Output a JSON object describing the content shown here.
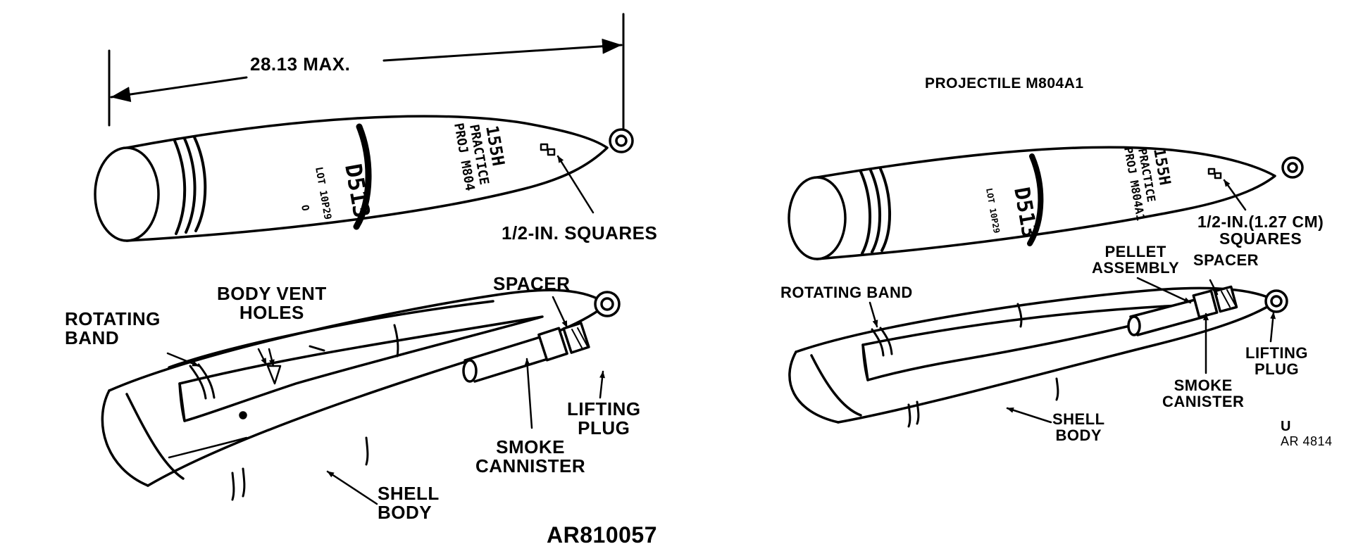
{
  "left_figure": {
    "dimension": "28.13 MAX.",
    "shell_markings": {
      "lot_code": "D513",
      "lot_number": "LOT 10P29",
      "small_mark": "O",
      "caliber": "155H",
      "type_line1": "PRACTICE",
      "type_line2": "PROJ M804"
    },
    "labels": {
      "squares": "1/2-IN. SQUARES",
      "body_vent_holes": "BODY VENT\nHOLES",
      "rotating_band": "ROTATING\nBAND",
      "spacer": "SPACER",
      "lifting_plug": "LIFTING\nPLUG",
      "smoke_cannister": "SMOKE\nCANNISTER",
      "shell_body": "SHELL\nBODY"
    },
    "figure_id": "AR810057"
  },
  "right_figure": {
    "title": "PROJECTILE M804A1",
    "shell_markings": {
      "lot_code": "D513",
      "lot_number": "LOT 10P29",
      "caliber": "155H",
      "type_line1": "PRACTICE",
      "type_line2": "PROJ M804A1"
    },
    "labels": {
      "squares": "1/2-IN.(1.27 CM)\nSQUARES",
      "pellet_assembly": "PELLET\nASSEMBLY",
      "spacer": "SPACER",
      "rotating_band": "ROTATING BAND",
      "lifting_plug": "LIFTING\nPLUG",
      "smoke_canister": "SMOKE\nCANISTER",
      "shell_body": "SHELL\nBODY",
      "classification": "U",
      "figure_id": "AR 4814"
    }
  }
}
